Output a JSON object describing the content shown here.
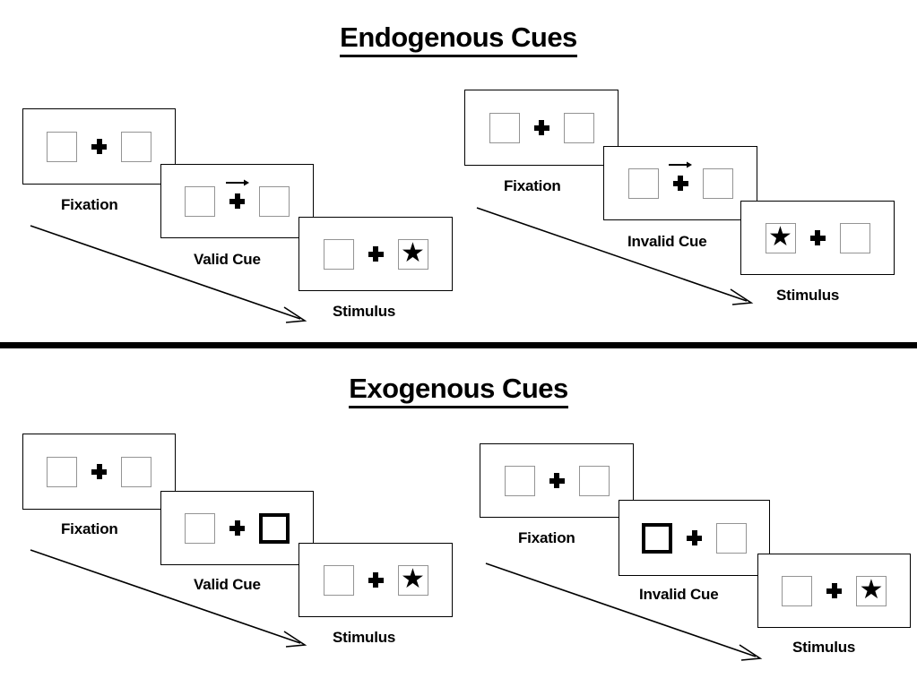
{
  "sections": [
    {
      "title": "Endogenous Cues",
      "columns": [
        {
          "name": "endogenous-valid",
          "steps": [
            {
              "caption": "Fixation",
              "cue_type": "none",
              "left_box": "empty",
              "right_box": "empty"
            },
            {
              "caption": "Valid Cue",
              "cue_type": "arrow-right",
              "left_box": "empty",
              "right_box": "empty"
            },
            {
              "caption": "Stimulus",
              "cue_type": "none",
              "left_box": "empty",
              "right_box": "star"
            }
          ]
        },
        {
          "name": "endogenous-invalid",
          "steps": [
            {
              "caption": "Fixation",
              "cue_type": "none",
              "left_box": "empty",
              "right_box": "empty"
            },
            {
              "caption": "Invalid Cue",
              "cue_type": "arrow-right",
              "left_box": "empty",
              "right_box": "empty"
            },
            {
              "caption": "Stimulus",
              "cue_type": "none",
              "left_box": "star",
              "right_box": "empty"
            }
          ]
        }
      ]
    },
    {
      "title": "Exogenous Cues",
      "columns": [
        {
          "name": "exogenous-valid",
          "steps": [
            {
              "caption": "Fixation",
              "cue_type": "none",
              "left_box": "empty",
              "right_box": "empty"
            },
            {
              "caption": "Valid Cue",
              "cue_type": "box-flash-right",
              "left_box": "empty",
              "right_box": "cued"
            },
            {
              "caption": "Stimulus",
              "cue_type": "none",
              "left_box": "empty",
              "right_box": "star"
            }
          ]
        },
        {
          "name": "exogenous-invalid",
          "steps": [
            {
              "caption": "Fixation",
              "cue_type": "none",
              "left_box": "empty",
              "right_box": "empty"
            },
            {
              "caption": "Invalid Cue",
              "cue_type": "box-flash-left",
              "left_box": "cued",
              "right_box": "empty"
            },
            {
              "caption": "Stimulus",
              "cue_type": "none",
              "left_box": "empty",
              "right_box": "star"
            }
          ]
        }
      ]
    }
  ],
  "glyphs": {
    "star": "★",
    "fixation_cross": "plus-sign",
    "cue_arrow": "arrow-right-icon",
    "time_arrow": "time-progression-arrow"
  },
  "colors": {
    "stroke": "#000000",
    "placeholder_box": "#949494",
    "background": "#ffffff"
  }
}
